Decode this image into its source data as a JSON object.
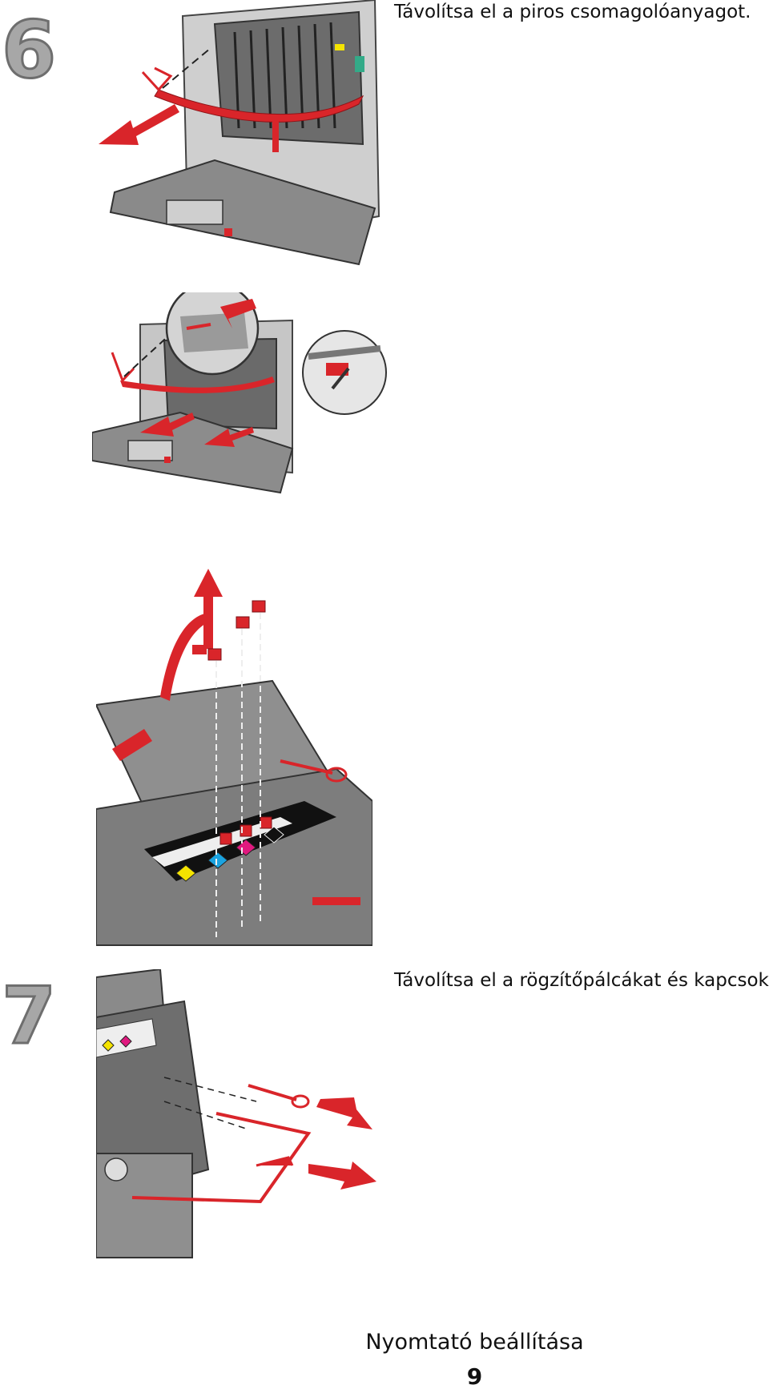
{
  "steps": [
    {
      "number": "6",
      "instruction": "Távolítsa el a piros csomagolóanyagot."
    },
    {
      "number": "7",
      "instruction": "Távolítsa el a rögzítőpálcákat és kapcsokat."
    }
  ],
  "footer": {
    "section_title": "Nyomtató beállítása",
    "page_number": "9"
  },
  "toner_labels": [
    "Y",
    "C",
    "M",
    "K"
  ],
  "colors": {
    "packaging_red": "#d9252a",
    "printer_gray": "#7a7a7a",
    "printer_dark": "#3a3a3a",
    "yellow": "#f5e400",
    "cyan": "#1aa3e0",
    "magenta": "#e0197f"
  }
}
